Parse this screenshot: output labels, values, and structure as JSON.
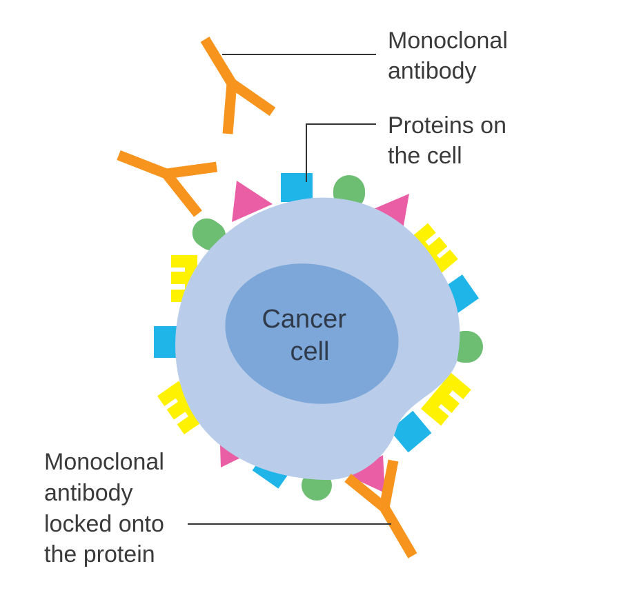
{
  "cell": {
    "line1": "Cancer",
    "line2": "cell"
  },
  "labels": {
    "antibody": [
      "Monoclonal",
      "antibody"
    ],
    "proteins": [
      "Proteins on",
      "the cell"
    ],
    "locked": [
      "Monoclonal",
      "antibody",
      "locked onto",
      "the protein"
    ]
  },
  "colors": {
    "cytoplasm": "#b9cdea",
    "nucleus": "#7da7d9",
    "antibody": "#f7941d",
    "triangle_protein": "#e95ea4",
    "square_protein": "#1fb5e8",
    "round_protein": "#6dbe72",
    "receptor_protein": "#fff200",
    "leader_line": "#333333"
  }
}
